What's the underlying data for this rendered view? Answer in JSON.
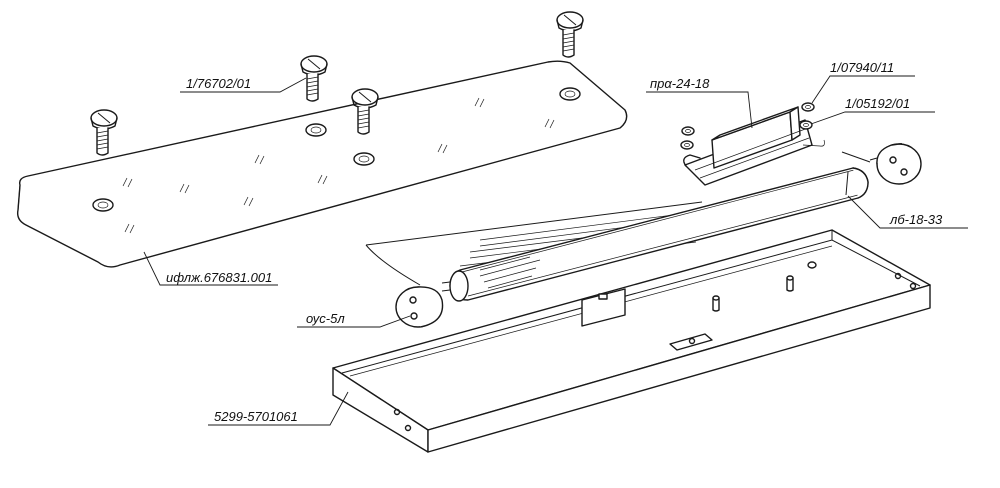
{
  "diagram": {
    "labels": {
      "screw_ref": "1/76702/01",
      "cover_ref": "ифлж.676831.001",
      "ballast_ref": "прα-24-18",
      "nut_ref": "1/07940/11",
      "washer_ref": "1/05192/01",
      "lamp_ref": "лб-18-33",
      "lampholder_ref": "оус-5л",
      "housing_ref": "5299-5701061"
    }
  }
}
